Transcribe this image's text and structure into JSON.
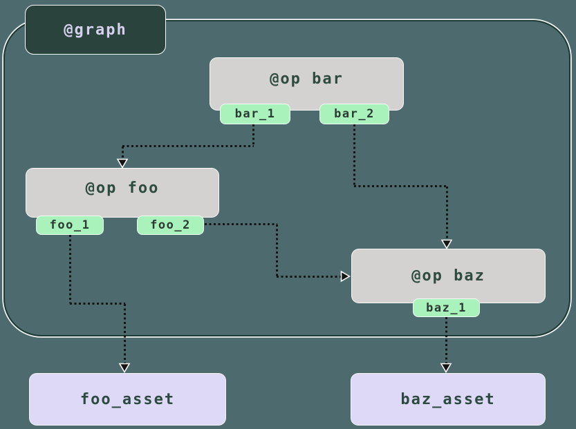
{
  "diagram": {
    "graph_label": "@graph",
    "ops": [
      {
        "id": "bar",
        "label": "@op bar",
        "outputs": [
          "bar_1",
          "bar_2"
        ]
      },
      {
        "id": "foo",
        "label": "@op foo",
        "outputs": [
          "foo_1",
          "foo_2"
        ]
      },
      {
        "id": "baz",
        "label": "@op baz",
        "outputs": [
          "baz_1"
        ]
      }
    ],
    "assets": [
      {
        "id": "foo_asset",
        "label": "foo_asset"
      },
      {
        "id": "baz_asset",
        "label": "baz_asset"
      }
    ],
    "edges": [
      {
        "from": "bar_1",
        "to": "@op foo"
      },
      {
        "from": "bar_2",
        "to": "@op baz"
      },
      {
        "from": "foo_2",
        "to": "@op baz"
      },
      {
        "from": "foo_1",
        "to": "foo_asset"
      },
      {
        "from": "baz_1",
        "to": "baz_asset"
      }
    ],
    "colors": {
      "background": "#4d6a6e",
      "graph_border": "#1e3a34",
      "graph_badge_bg": "#2a443d",
      "graph_badge_text": "#d6d1ef",
      "op_bg": "#d4d2d0",
      "op_text": "#2e4b42",
      "output_bg": "#a9f2bb",
      "output_text": "#2b3a33",
      "asset_bg": "#ded9f7",
      "asset_text": "#2c4a40",
      "edge": "#141414"
    }
  }
}
